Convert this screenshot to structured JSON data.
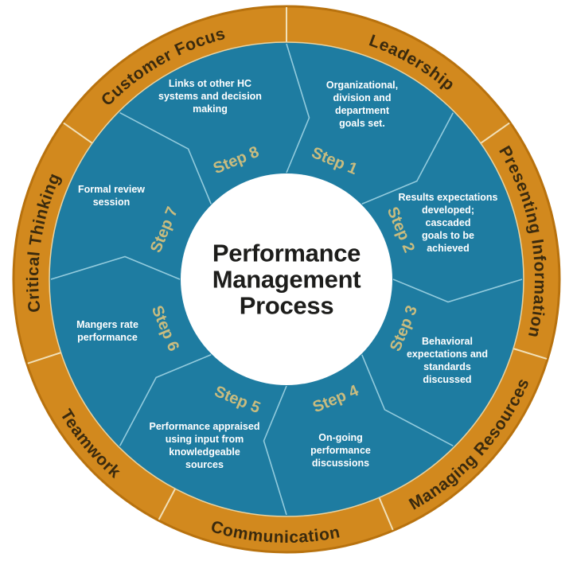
{
  "title": "Performance\nManagement\nProcess",
  "steps": [
    {
      "label": "Step 1",
      "description": "Organizational,\ndivision and\ndepartment\ngoals set."
    },
    {
      "label": "Step 2",
      "description": "Results expectations\ndeveloped;\ncascaded\ngoals to be\nachieved"
    },
    {
      "label": "Step 3",
      "description": "Behavioral\nexpectations and\nstandards\ndiscussed"
    },
    {
      "label": "Step 4",
      "description": "On-going\nperformance\ndiscussions"
    },
    {
      "label": "Step 5",
      "description": "Performance appraised\nusing input from\nknowledgeable\nsources"
    },
    {
      "label": "Step 6",
      "description": "Mangers rate\nperformance"
    },
    {
      "label": "Step 7",
      "description": "Formal review\nsession"
    },
    {
      "label": "Step 8",
      "description": "Links ot other HC\nsystems and decision\nmaking"
    }
  ],
  "competencies": [
    {
      "label": "Customer Focus"
    },
    {
      "label": "Leadership"
    },
    {
      "label": "Presenting Information"
    },
    {
      "label": "Managing Resources"
    },
    {
      "label": "Communication"
    },
    {
      "label": "Teamwork"
    },
    {
      "label": "Critical Thinking"
    }
  ],
  "colors": {
    "outer_ring": "#d2891e",
    "outer_ring_rim": "#b8720e",
    "inner_ring": "#1e7ca1",
    "step_label": "#c9bc7f",
    "competency_text": "#3a2a0e",
    "description_text": "#ffffff",
    "title_text": "#1d1d1b",
    "step_divider": "#93cbdd",
    "ring_divider": "#f1e0b8"
  }
}
